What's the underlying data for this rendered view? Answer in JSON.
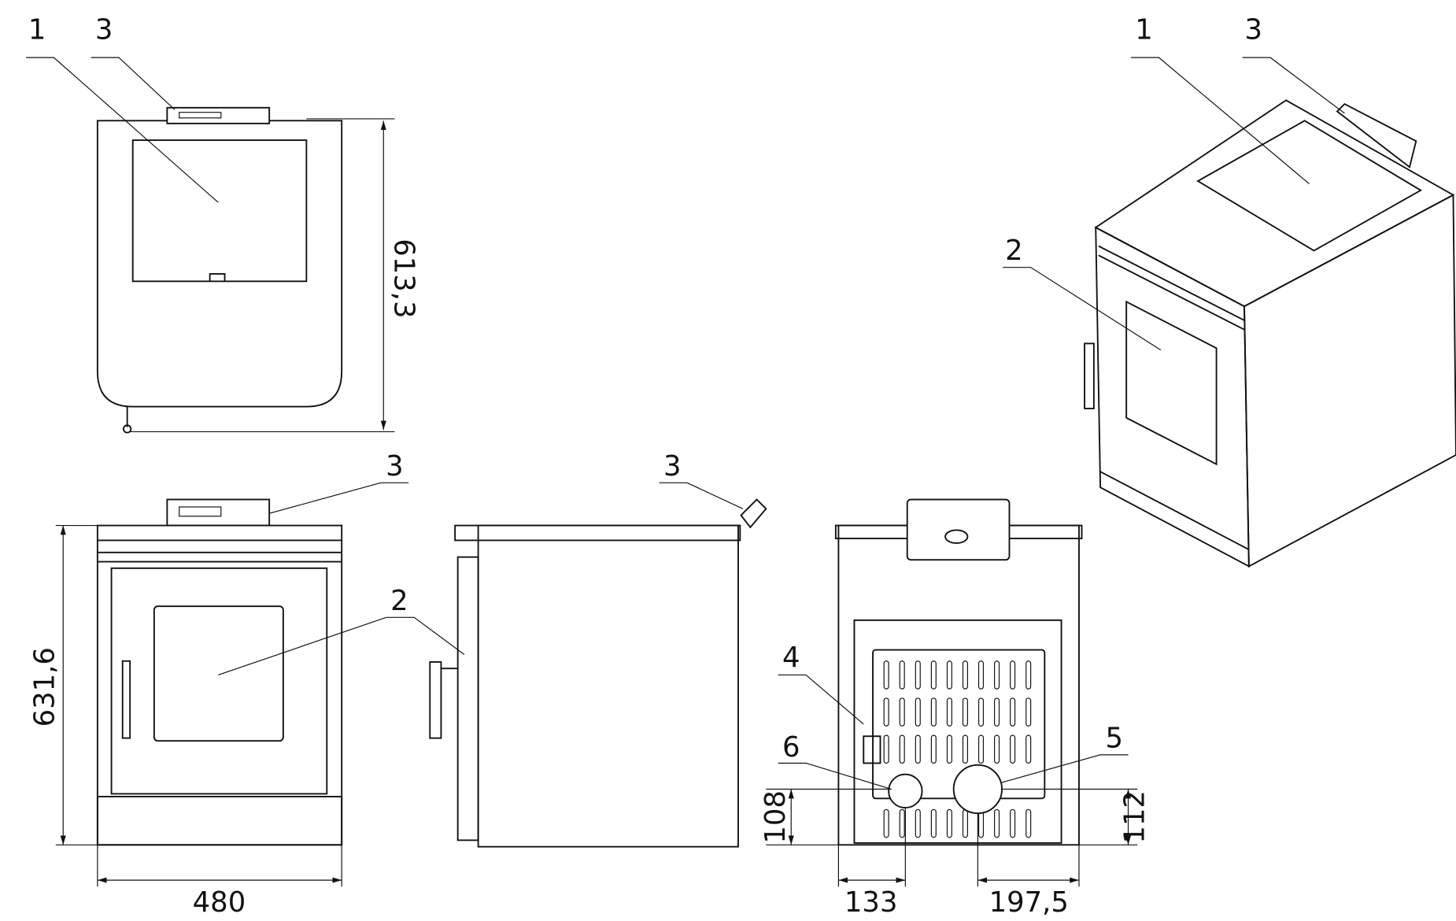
{
  "callouts": {
    "c1": "1",
    "c2": "2",
    "c3": "3",
    "c4": "4",
    "c5": "5",
    "c6": "6"
  },
  "dimensions": {
    "top_depth": "613,3",
    "front_height": "631,6",
    "front_width": "480",
    "back_left_offset": "133",
    "back_right_offset": "197,5",
    "small_outlet_height": "108",
    "large_outlet_height": "112"
  }
}
